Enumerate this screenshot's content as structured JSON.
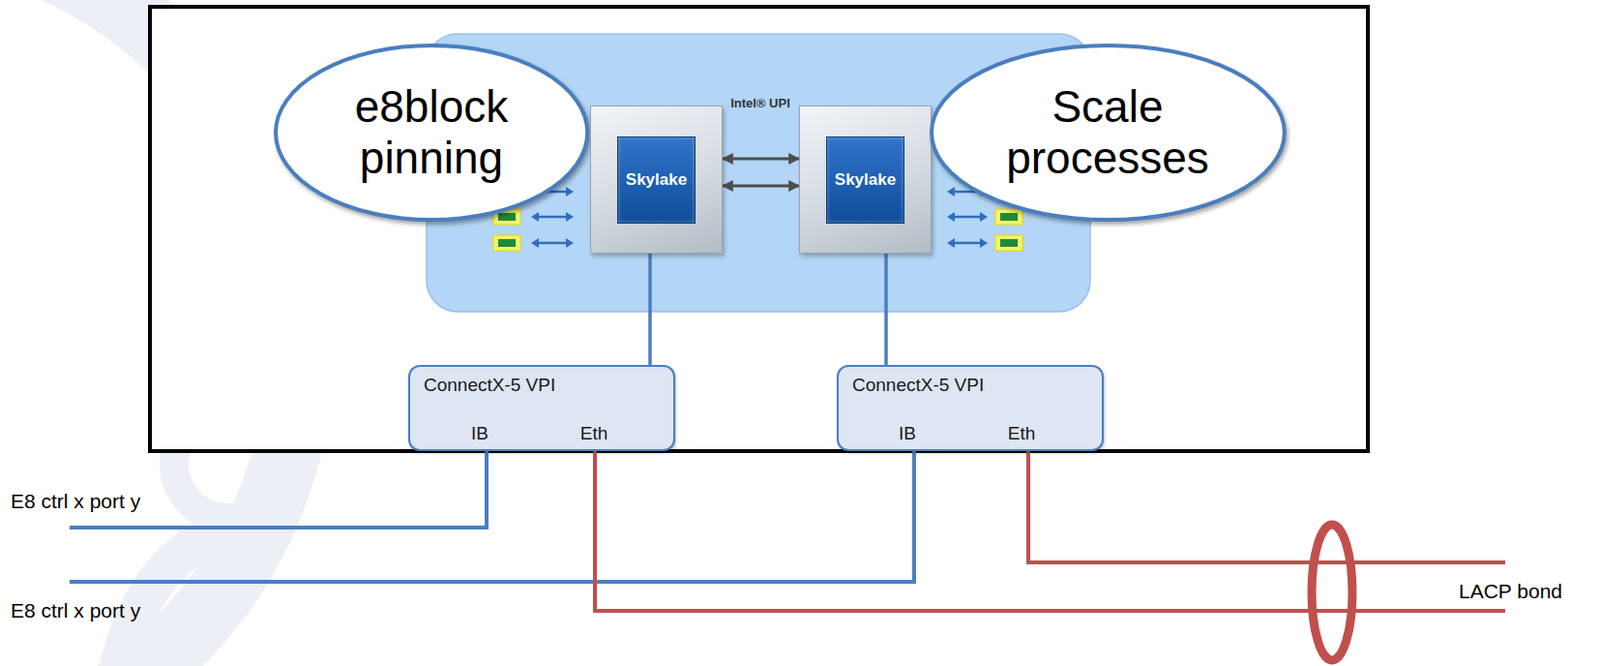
{
  "diagram": {
    "nodes": [
      {
        "text": [
          "e8block pinning"
        ]
      },
      {
        "text": [
          "Skylake"
        ]
      },
      {
        "text": [
          "Skylake"
        ]
      },
      {
        "text": [
          "Scale processes"
        ]
      },
      {
        "text": [
          "ConnectX-5 VPI",
          "IB",
          "Eth"
        ]
      },
      {
        "text": [
          "ConnectX-5 VPI",
          "IB",
          "Eth"
        ]
      }
    ],
    "edges": [
      {
        "from": 1,
        "to": 2,
        "arrow": "both"
      },
      {
        "from": 1,
        "to": 2,
        "arrow": "both"
      },
      {
        "from": 1,
        "to": 4,
        "arrow": "none"
      },
      {
        "from": 2,
        "to": 5,
        "arrow": "none"
      }
    ],
    "labels": [
      "Intel® UPI",
      "E8 ctrl x port y",
      "E8 ctrl x port y",
      "LACP bond"
    ]
  }
}
